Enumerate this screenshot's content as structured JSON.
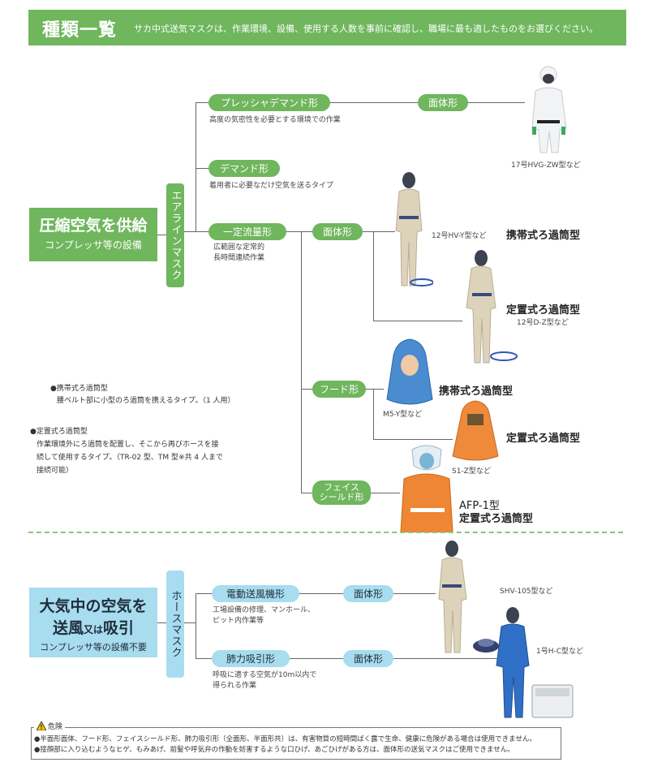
{
  "header": {
    "title": "種類一覧",
    "description": "サカ中式送気マスクは、作業環境、設備、使用する人数を事前に確認し、職場に最も適したものをお選びください。"
  },
  "compressed": {
    "title": "圧縮空気を供給",
    "subtitle": "コンプレッサ等の設備",
    "type_bar": "エアラインマスク",
    "branches": {
      "pressure_demand": {
        "label": "プレッシャデマンド形",
        "desc": "高度の気密性を必要とする環境での作業"
      },
      "demand": {
        "label": "デマンド形",
        "desc": "着用者に必要なだけ空気を送るタイプ"
      },
      "constant_flow": {
        "label": "一定流量形",
        "desc_line1": "広範囲な定常的",
        "desc_line2": "長時間連続作業"
      }
    },
    "pressure_demand_face": "面体形",
    "pressure_demand_caption": "17号HVG-ZW型など",
    "cf_face": "面体形",
    "cf_face_items": [
      {
        "caption": "12号HV-Y型など",
        "type": "携帯式ろ過筒型"
      },
      {
        "caption": "12号D-Z型など",
        "type": "定置式ろ過筒型"
      }
    ],
    "cf_hood": "フード形",
    "cf_hood_items": [
      {
        "caption": "M5-Y型など",
        "type": "携帯式ろ過筒型"
      },
      {
        "caption": "S1-Z型など",
        "type": "定置式ろ過筒型"
      }
    ],
    "cf_shield_line1": "フェイス",
    "cf_shield_line2": "シールド形",
    "cf_shield_model": "AFP-1型",
    "cf_shield_type": "定置式ろ過筒型"
  },
  "notes": {
    "portable_title": "●携帯式ろ過筒型",
    "portable_desc": "腰ベルト部に小型のろ過筒を携えるタイプ。（1 人用）",
    "stationary_title": "●定置式ろ過筒型",
    "stationary_desc_1": "作業環境外にろ過筒を配置し、そこから再びホースを接",
    "stationary_desc_2": "続して使用するタイプ。（TR-02 型、TM 型※共 4 人まで",
    "stationary_desc_3": "接続可能）"
  },
  "atmospheric": {
    "title_line1": "大気中の空気を",
    "title_line2_a": "送風",
    "title_line2_b": "又は",
    "title_line2_c": "吸引",
    "subtitle": "コンプレッサ等の設備不要",
    "type_bar": "ホースマスク",
    "blower": {
      "label": "電動送風機形",
      "face": "面体形",
      "desc_line1": "工場設備の修理、マンホール、",
      "desc_line2": "ピット内作業等",
      "caption": "SHV-105型など"
    },
    "lung": {
      "label": "肺力吸引形",
      "face": "面体形",
      "desc_line1": "呼吸に適する空気が10m以内で",
      "desc_line2": "得られる作業",
      "caption": "1号H-C型など"
    }
  },
  "warning": {
    "label": "危険",
    "line1": "●半面形面体、フード形、フェイスシールド形、肺力吸引形（全面形、半面形共）は、有害物質の短時間ばく露で生命、健康に危険がある場合は使用できません。",
    "line2": "●接顔部に入り込むようなヒゲ、もみあげ、前髪や呼気弁の作動を妨害するような口ひげ、あごひげがある方は、面体形の送気マスクはご使用できません。"
  },
  "colors": {
    "green": "#6fb65d",
    "blue": "#a8dcef",
    "line": "#666666"
  }
}
